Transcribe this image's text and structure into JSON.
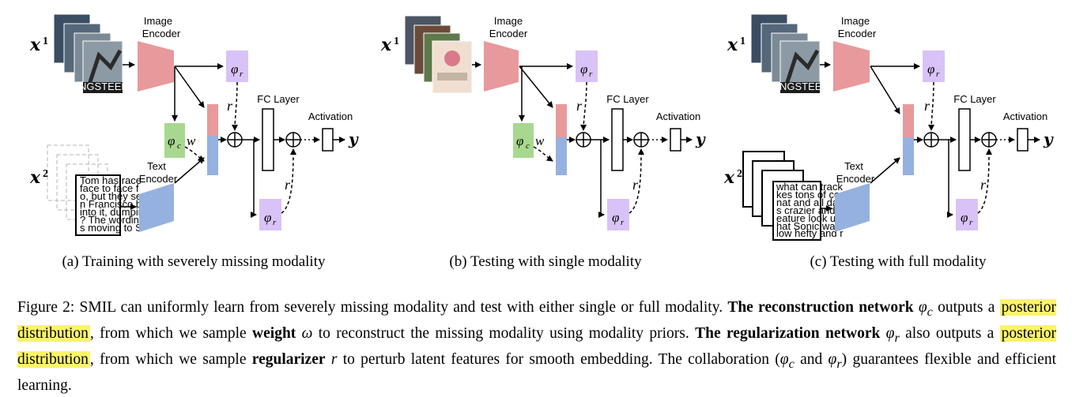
{
  "panels": [
    {
      "subcaption": "(a) Training with severely missing modality",
      "input_img": "x",
      "input_img_sup": "1",
      "input_txt": "x",
      "input_txt_sup": "2",
      "image_encoder": [
        "Image",
        "Encoder"
      ],
      "text_encoder": [
        "Text",
        "Encoder"
      ],
      "phi_r": "φ",
      "phi_r_sub": "r",
      "phi_c": "φ",
      "phi_c_sub": "c",
      "w": "w",
      "r": "r",
      "fc": "FC Layer",
      "activation": "Activation",
      "output": "y",
      "text_card": [
        "Tom has race",
        "face to face f",
        "o, but they se",
        "n Francisco be",
        "into it, dumpin",
        "? The wording",
        "s moving to S"
      ]
    },
    {
      "subcaption": "(b) Testing with single modality",
      "input_img": "x",
      "input_img_sup": "1",
      "image_encoder": [
        "Image",
        "Encoder"
      ],
      "phi_r": "φ",
      "phi_r_sub": "r",
      "phi_c": "φ",
      "phi_c_sub": "c",
      "w": "w",
      "r": "r",
      "fc": "FC Layer",
      "activation": "Activation",
      "output": "y"
    },
    {
      "subcaption": "(c) Testing with full modality",
      "input_img": "x",
      "input_img_sup": "1",
      "input_txt": "x",
      "input_txt_sup": "2",
      "image_encoder": [
        "Image",
        "Encoder"
      ],
      "text_encoder": [
        "Text",
        "Encoder"
      ],
      "phi_r": "φ",
      "phi_r_sub": "r",
      "r": "r",
      "fc": "FC Layer",
      "activation": "Activation",
      "output": "y",
      "text_card": [
        "what can track",
        "kes tons of co",
        "nat and all dar",
        "s crazier and",
        "eature look unti",
        "hat Sonic was",
        "low hefty and r"
      ]
    }
  ],
  "poster_caption": "SPRINGSTEEN & I",
  "colors": {
    "image_encoder": "#e8999b",
    "text_encoder": "#95b1e0",
    "phi_r": "#d8c2f7",
    "phi_c": "#a8d88f",
    "highlight": "#fbf36c"
  },
  "caption": {
    "p1": "Figure 2: SMIL can uniformly learn from severely missing modality and test with either single or full modality. ",
    "b1": "The reconstruction network",
    "m1": " φ",
    "m1_sub": "c",
    "p2": " outputs a ",
    "h1": "posterior distribution",
    "p3": ", from which we sample ",
    "b2": "weight",
    "m2": " ω",
    "p4": " to reconstruct the missing modality using modality priors. ",
    "b3": "The regularization network",
    "m3": " φ",
    "m3_sub": "r",
    "p5": " also outputs a ",
    "h2": "posterior distribution",
    "p6": ", from which we sample ",
    "b4": "regularizer",
    "m4": "r",
    "p7": " to perturb latent features for smooth embedding. The collaboration (",
    "m5": "φ",
    "m5_sub": "c",
    "p8": " and ",
    "m6": "φ",
    "m6_sub": "r",
    "p9": ") guarantees flexible and efficient learning."
  }
}
